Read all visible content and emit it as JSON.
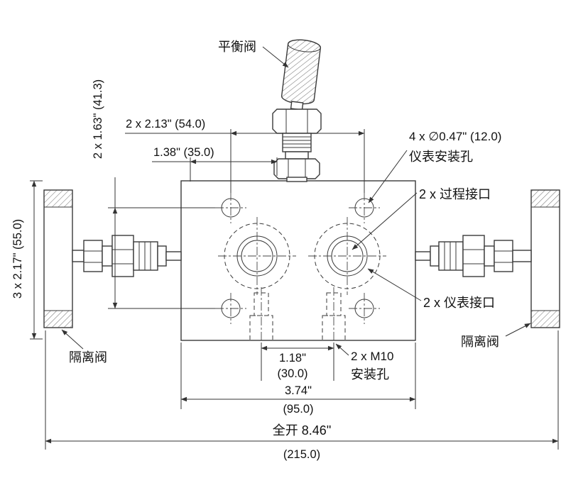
{
  "labels": {
    "balance_valve": "平衡阀",
    "dim_hole_span": "2 x 2.13\" (54.0)",
    "dim_port_span": "1.38\" (35.0)",
    "dim_row_span": "2 x 1.63\" (41.3)",
    "dim_body_height": "3 x 2.17\" (55.0)",
    "inst_mount_holes_line1": "4 x ∅0.47\" (12.0)",
    "inst_mount_holes_line2": "仪表安装孔",
    "process_ports": "2 x 过程接口",
    "instrument_ports": "2 x 仪表接口",
    "isolation_valve_left": "隔离阀",
    "isolation_valve_right": "隔离阀",
    "dim_m10_span_in": "1.18\"",
    "dim_m10_span_mm": "(30.0)",
    "m10_holes_line1": "2 x M10",
    "m10_holes_line2": "安装孔",
    "dim_body_width_in": "3.74\"",
    "dim_body_width_mm": "(95.0)",
    "dim_full_open_in": "全开 8.46\"",
    "dim_full_open_mm": "(215.0)"
  },
  "colors": {
    "line": "#3a3a3a",
    "text": "#111111",
    "background": "#ffffff"
  }
}
